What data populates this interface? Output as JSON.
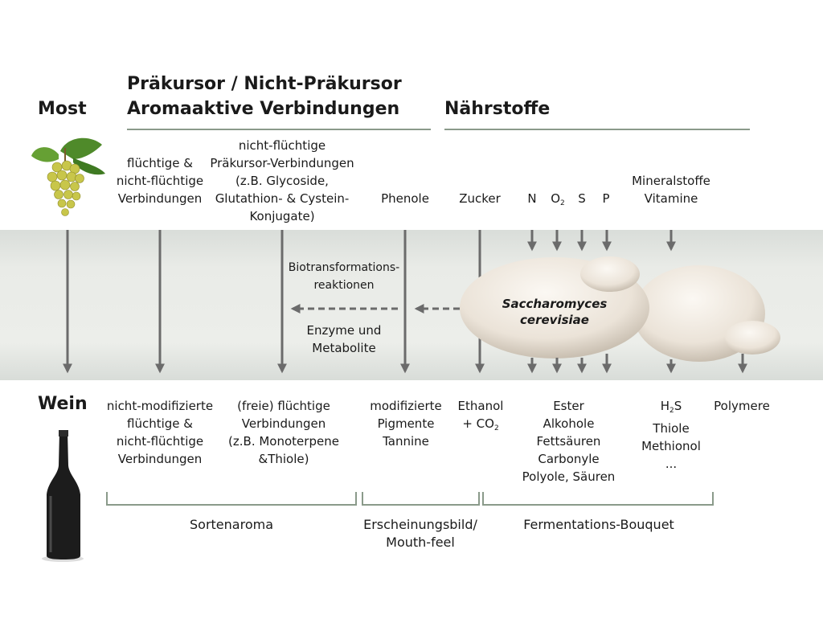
{
  "headers": {
    "most": "Most",
    "praekursor_line1": "Präkursor / Nicht-Präkursor",
    "praekursor_line2": "Aromaaktive Verbindungen",
    "naehrstoffe": "Nährstoffe",
    "wein": "Wein"
  },
  "must_components": {
    "fluechtige": [
      "flüchtige &",
      "nicht-flüchtige",
      "Verbindungen"
    ],
    "nicht_fluechtige": [
      "nicht-flüchtige",
      "Präkursor-Verbindungen",
      "(z.B. Glycoside,",
      "Glutathion- & Cystein-",
      "Konjugate)"
    ],
    "phenole": "Phenole",
    "zucker": "Zucker",
    "n": "N",
    "o2_base": "O",
    "o2_sub": "2",
    "s": "S",
    "p": "P",
    "mineral": [
      "Mineralstoffe",
      "Vitamine"
    ]
  },
  "process": {
    "biotrans": [
      "Biotransformations-",
      "reaktionen"
    ],
    "enzyme": [
      "Enzyme und",
      "Metabolite"
    ],
    "yeast": [
      "Saccharomyces",
      "cerevisiae"
    ]
  },
  "wine_components": {
    "nicht_modifizierte": [
      "nicht-modifizierte",
      "flüchtige &",
      "nicht-flüchtige",
      "Verbindungen"
    ],
    "freie": [
      "(freie) flüchtige",
      "Verbindungen",
      "(z.B. Monoterpene",
      "&Thiole)"
    ],
    "modifizierte": [
      "modifizierte",
      "Pigmente",
      "Tannine"
    ],
    "ethanol_line1": "Ethanol",
    "ethanol_line2_base": "+ CO",
    "ethanol_line2_sub": "2",
    "ester": [
      "Ester",
      "Alkohole",
      "Fettsäuren",
      "Carbonyle",
      "Polyole, Säuren"
    ],
    "h2s_base": "H",
    "h2s_sub": "2",
    "h2s_tail": "S",
    "thiole": [
      "Thiole",
      "Methionol",
      "..."
    ],
    "polymere": "Polymere"
  },
  "groups": {
    "sortenaroma": "Sortenaroma",
    "erscheinungsbild": [
      "Erscheinungsbild/",
      "Mouth-feel"
    ],
    "fermentation": "Fermentations-Bouquet"
  },
  "colors": {
    "arrow": "#6b6b6b",
    "band": "#e8eae6",
    "header_rule": "#8a9a8a",
    "yeast": "#e9e1d6"
  }
}
